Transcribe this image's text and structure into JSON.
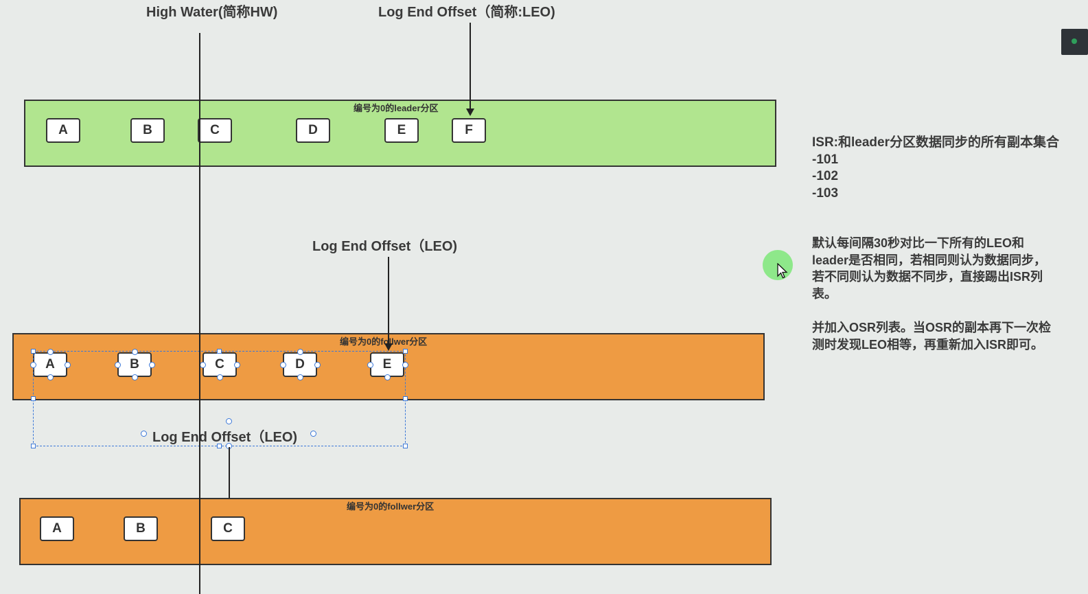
{
  "labels": {
    "hw": "High Water(简称HW)",
    "leo_leader": "Log End Offset（简称:LEO)",
    "leo_follower1": "Log End Offset（LEO)",
    "leo_follower2": "Log End Offset（LEO)"
  },
  "partitions": {
    "leader": {
      "title": "编号为0的leader分区",
      "messages": [
        "A",
        "B",
        "C",
        "D",
        "E",
        "F"
      ]
    },
    "follower1": {
      "title": "编号为0的follwer分区",
      "messages": [
        "A",
        "B",
        "C",
        "D",
        "E"
      ]
    },
    "follower2": {
      "title": "编号为0的follwer分区",
      "messages": [
        "A",
        "B",
        "C"
      ]
    }
  },
  "notes": {
    "isr": [
      "ISR:和leader分区数据同步的所有副本集合",
      "-101",
      "-102",
      "-103"
    ],
    "rule": [
      "默认每间隔30秒对比一下所有的LEO和",
      "leader是否相同，若相同则认为数据同步，",
      "若不同则认为数据不同步，直接踢出ISR列",
      "表。"
    ],
    "osr": [
      "并加入OSR列表。当OSR的副本再下一次检",
      "测时发现LEO相等，再重新加入ISR即可。"
    ]
  },
  "colors": {
    "leader": "#b1e58f",
    "follower": "#ee9b43",
    "selection": "#3b78d8",
    "cursor_highlight": "#8ee88a"
  }
}
